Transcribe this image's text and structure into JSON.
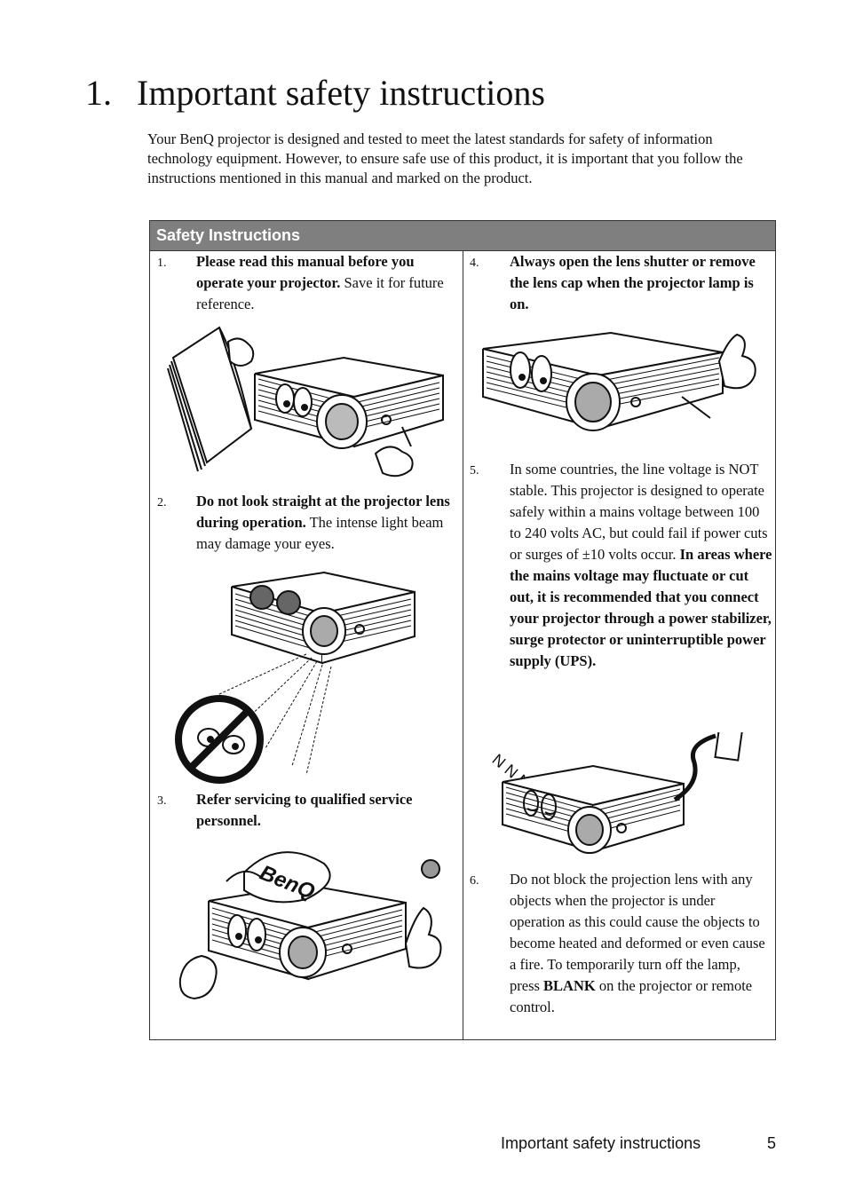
{
  "heading": {
    "number": "1.",
    "text": "Important safety instructions"
  },
  "intro": "Your BenQ projector is designed and tested to meet the latest standards for safety of information technology equipment. However, to ensure safe use of this product, it is important that you follow the instructions mentioned in this manual and marked on the product.",
  "table": {
    "header": "Safety Instructions",
    "items": [
      {
        "num": "1.",
        "bold": "Please read this manual before you operate your projector.",
        "rest": " Save it for future reference."
      },
      {
        "num": "2.",
        "bold": "Do not look straight at the projector lens during operation.",
        "rest": " The intense light beam may damage your eyes."
      },
      {
        "num": "3.",
        "bold": "Refer servicing to qualified service personnel.",
        "rest": ""
      },
      {
        "num": "4.",
        "bold": "Always open the lens shutter or remove the lens cap when the projector lamp is on.",
        "rest": ""
      },
      {
        "num": "5.",
        "pre": "In some countries, the line voltage is NOT stable. This projector is designed to operate safely within a mains voltage between 100 to 240 volts AC, but could fail if power cuts or surges of ±10 volts occur. ",
        "bold": "In areas where the mains voltage may fluctuate or cut out, it is recommended that you connect your projector through a power stabilizer, surge protector or uninterruptible power supply (UPS)."
      },
      {
        "num": "6.",
        "pre": "Do not block the projection lens with any objects when the projector is under operation as this could cause the objects to become heated and deformed or even cause a fire. To temporarily turn off the lamp, press ",
        "bold": "BLANK",
        "rest": " on the projector or remote control."
      }
    ],
    "illustrations": {
      "cap_logo": "BenQ",
      "sleep_mark": "N N N"
    }
  },
  "footer": {
    "label": "Important safety instructions",
    "page": "5"
  }
}
